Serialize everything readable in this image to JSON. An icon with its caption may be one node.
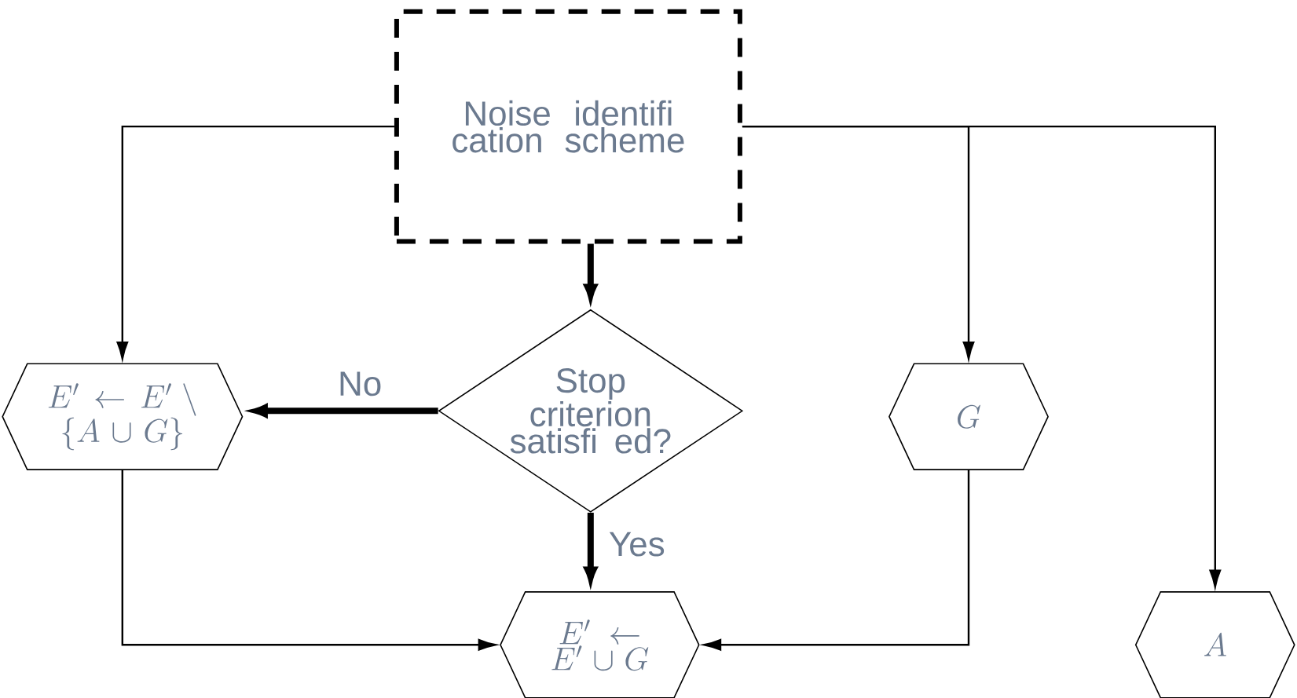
{
  "diagram": {
    "nodes": [
      {
        "text": [
          "Noise identifi cation scheme"
        ]
      },
      {
        "text": [
          "Stop criterion satisfi ed?"
        ]
      },
      {
        "text": [
          "E' \\leftarrow E' \\setminus \\{A \\cup G\\}"
        ]
      },
      {
        "text": [
          "G"
        ]
      },
      {
        "text": [
          "E' \\leftarrow E' \\cup G"
        ]
      },
      {
        "text": [
          "A"
        ]
      }
    ],
    "edges": [
      {
        "from": 0,
        "to": 2,
        "arrow": "to"
      },
      {
        "from": 0,
        "to": 3,
        "arrow": "to"
      },
      {
        "from": 0,
        "to": 5,
        "arrow": "to"
      },
      {
        "from": 0,
        "to": 1,
        "arrow": "to",
        "style": "thick"
      },
      {
        "from": 1,
        "to": 2,
        "arrow": "to",
        "style": "thick",
        "label": "No"
      },
      {
        "from": 1,
        "to": 4,
        "arrow": "to",
        "style": "thick",
        "label": "Yes"
      },
      {
        "from": 2,
        "to": 4,
        "arrow": "to"
      },
      {
        "from": 3,
        "to": 4,
        "arrow": "to"
      }
    ]
  }
}
